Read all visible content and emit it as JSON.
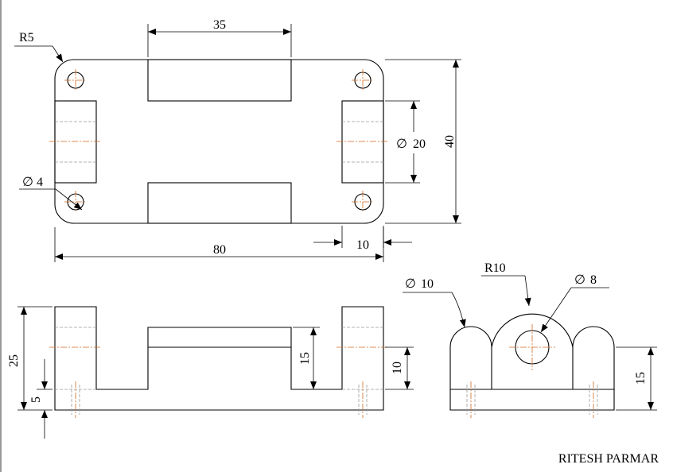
{
  "labels": {
    "r5": "R5",
    "dim_35": "35",
    "dim_40": "40",
    "dia_20_sym": "∅",
    "dia_20_val": "20",
    "dia_4_sym": "∅",
    "dia_4_val": "4",
    "dim_80": "80",
    "dim_10_top": "10",
    "dim_25": "25",
    "dim_5": "5",
    "dim_15_front": "15",
    "dim_10_front": "10",
    "dia_10_sym": "∅",
    "dia_10_val": "10",
    "r10": "R10",
    "dia_8_sym": "∅",
    "dia_8_val": "8",
    "dim_15_side": "15"
  },
  "author": "RITESH PARMAR"
}
